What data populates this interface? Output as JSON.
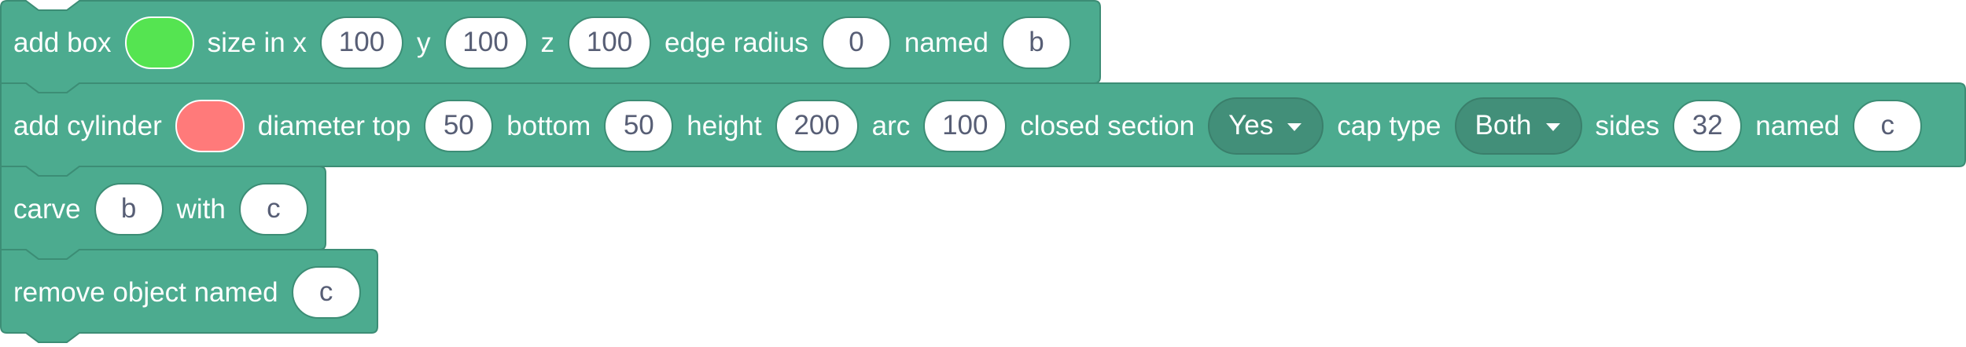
{
  "blocks": {
    "add_box": {
      "label_add": "add box",
      "color": "#55e451",
      "label_size_x": "size in x",
      "x_value": "100",
      "label_y": "y",
      "y_value": "100",
      "label_z": "z",
      "z_value": "100",
      "label_edge_radius": "edge radius",
      "edge_radius_value": "0",
      "label_named": "named",
      "name_value": "b"
    },
    "add_cylinder": {
      "label_add": "add cylinder",
      "color": "#ff7a7a",
      "label_diameter_top": "diameter top",
      "diameter_top_value": "50",
      "label_bottom": "bottom",
      "bottom_value": "50",
      "label_height": "height",
      "height_value": "200",
      "label_arc": "arc",
      "arc_value": "100",
      "label_closed_section": "closed section",
      "closed_section_value": "Yes",
      "label_cap_type": "cap type",
      "cap_type_value": "Both",
      "label_sides": "sides",
      "sides_value": "32",
      "label_named": "named",
      "name_value": "c"
    },
    "carve": {
      "label_carve": "carve",
      "target_value": "b",
      "label_with": "with",
      "tool_value": "c"
    },
    "remove_object": {
      "label_remove": "remove object named",
      "name_value": "c"
    }
  },
  "colors": {
    "block_fill": "#4cab8f",
    "block_stroke": "#3c8d75",
    "dropdown_fill": "#428f79",
    "field_text": "#575e75"
  },
  "icons": {
    "dropdown_caret": "caret-down-icon"
  }
}
